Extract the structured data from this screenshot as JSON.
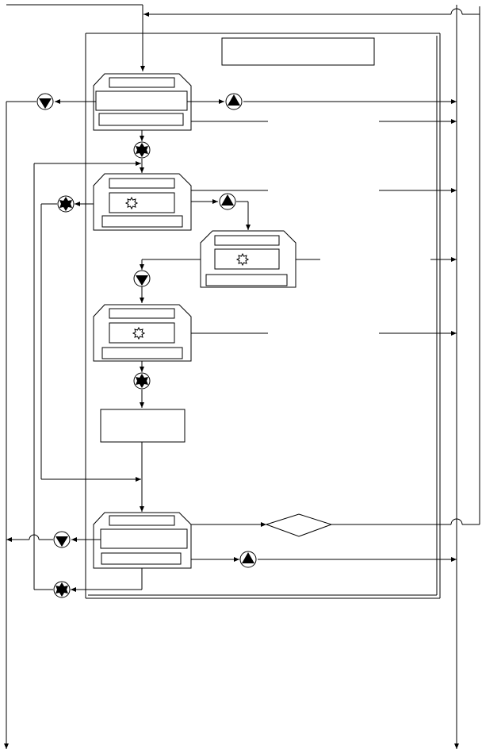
{
  "diagram": {
    "type": "flow-schematic",
    "colors": {
      "stroke": "#000000",
      "background": "#ffffff",
      "symbol_fill": "#000000"
    },
    "symbol_types": [
      "triangle-up-circle",
      "triangle-down-circle",
      "star-circle",
      "starburst",
      "diamond"
    ],
    "labels": []
  }
}
